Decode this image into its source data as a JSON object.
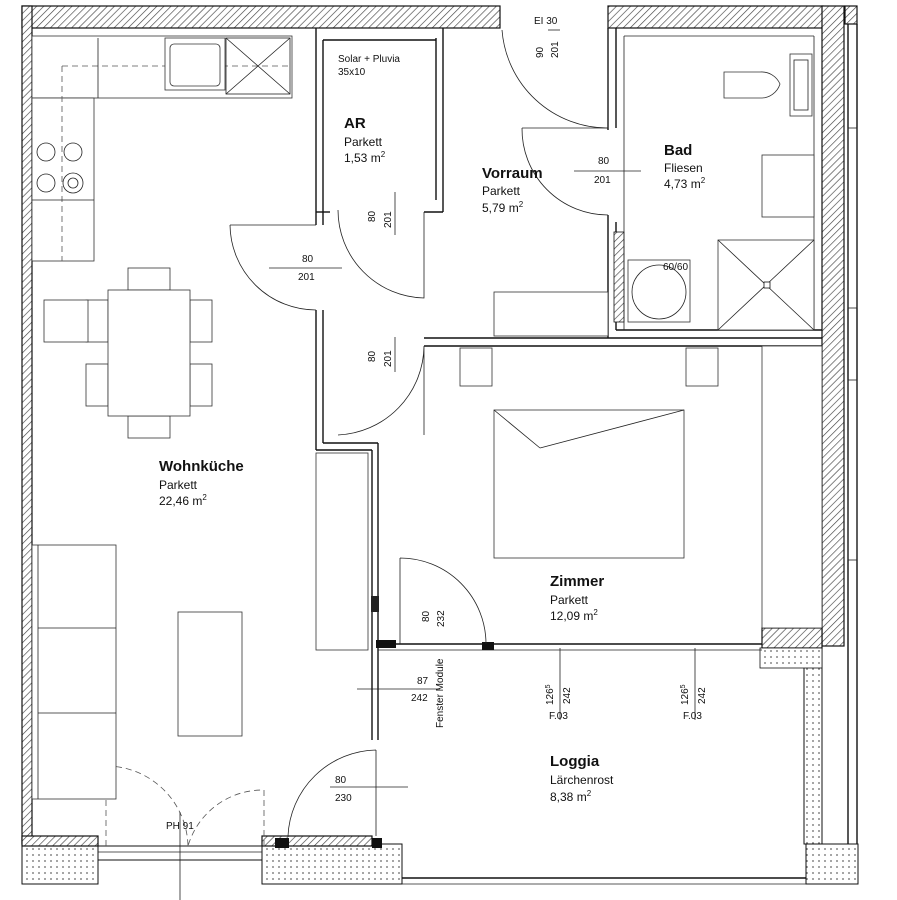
{
  "rooms": {
    "wohnkueche": {
      "name": "Wohnküche",
      "floor": "Parkett",
      "area": "22,46 m",
      "unit_sup": "2"
    },
    "ar": {
      "name": "AR",
      "floor": "Parkett",
      "area": "1,53 m",
      "unit_sup": "2"
    },
    "vorraum": {
      "name": "Vorraum",
      "floor": "Parkett",
      "area": "5,79 m",
      "unit_sup": "2"
    },
    "bad": {
      "name": "Bad",
      "floor": "Fliesen",
      "area": "4,73 m",
      "unit_sup": "2"
    },
    "zimmer": {
      "name": "Zimmer",
      "floor": "Parkett",
      "area": "12,09 m",
      "unit_sup": "2"
    },
    "loggia": {
      "name": "Loggia",
      "floor": "Lärchenrost",
      "area": "8,38 m",
      "unit_sup": "2"
    }
  },
  "annotations": {
    "solar_line1": "Solar + Pluvia",
    "solar_line2": "35x10",
    "entrance_class": "EI 30",
    "shower_size": "60/60",
    "window_label": "Fenster Module",
    "ph_label": "PH 91",
    "f03_a": "F.03",
    "f03_b": "F.03"
  },
  "dimensions": {
    "entrance_w": "90",
    "entrance_h": "201",
    "bad_door_w": "80",
    "bad_door_h": "201",
    "ar_door_w": "80",
    "ar_door_h": "201",
    "kitchen_door_w": "80",
    "kitchen_door_h": "201",
    "zimmer_door_w": "80",
    "zimmer_door_h": "201",
    "loggia_door_w": "80",
    "loggia_door_h": "232",
    "window_w": "87",
    "window_h": "242",
    "loggia_entry_w": "80",
    "loggia_entry_h": "230",
    "f03a_sill": "126",
    "f03a_sill_sup": "5",
    "f03a_h": "242",
    "f03b_sill": "126",
    "f03b_sill_sup": "5",
    "f03b_h": "242"
  }
}
